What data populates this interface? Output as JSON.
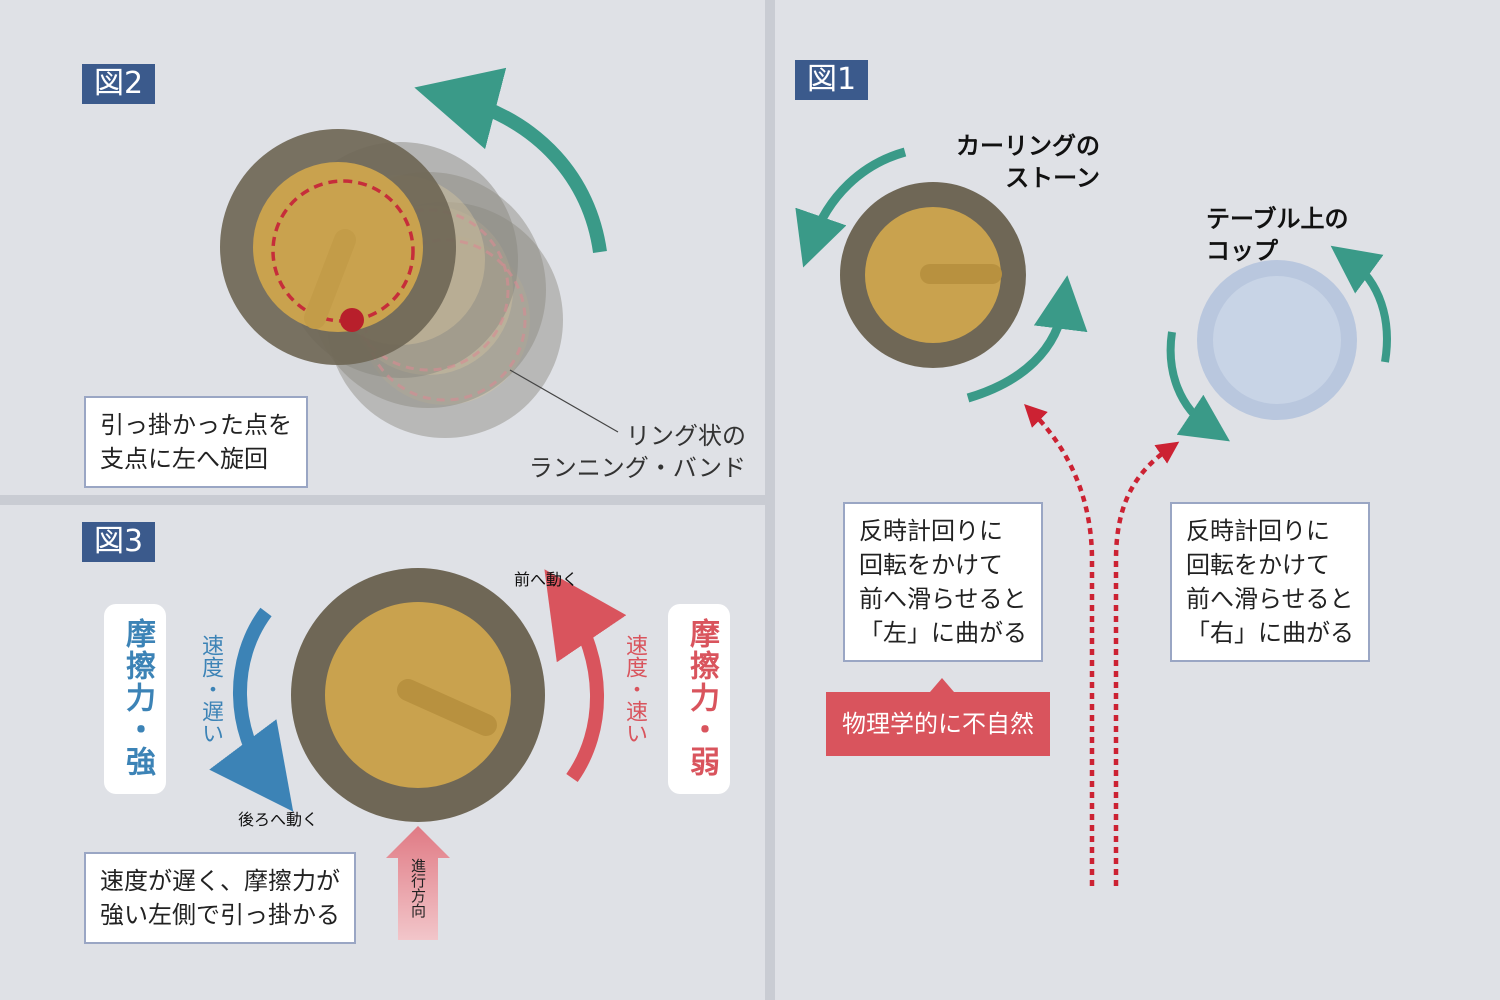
{
  "fig2": {
    "label": "図2",
    "note_lines": [
      "引っ掛かった点を",
      "支点に左へ旋回"
    ],
    "band_label_lines": [
      "リング状の",
      "ランニング・バンド"
    ]
  },
  "fig3": {
    "label": "図3",
    "left_card": "摩擦力・強",
    "left_speed": "速度・遅い",
    "right_card": "摩擦力・弱",
    "right_speed": "速度・速い",
    "forward_label": "前へ動く",
    "backward_label": "後ろへ動く",
    "direction_label": "進行方向",
    "note_lines": [
      "速度が遅く、摩擦力が",
      "強い左側で引っ掛かる"
    ]
  },
  "fig1": {
    "label": "図1",
    "stone_label_lines": [
      "カーリングの",
      "ストーン"
    ],
    "cup_label_lines": [
      "テーブル上の",
      "コップ"
    ],
    "left_note_lines": [
      "反時計回りに",
      "回転をかけて",
      "前へ滑らせると",
      "「左」に曲がる"
    ],
    "right_note_lines": [
      "反時計回りに",
      "回転をかけて",
      "前へ滑らせると",
      "「右」に曲がる"
    ],
    "warning": "物理学的に不自然"
  },
  "colors": {
    "background": "#dfe1e6",
    "label_bg": "#3b5a8c",
    "stone_outer": "#6f6756",
    "stone_inner": "#c9a24e",
    "arrow_green": "#3a9a88",
    "arrow_blue": "#3c83b6",
    "arrow_red": "#d9545d",
    "path_red": "#cc2233",
    "cup": "#b9c7de"
  }
}
